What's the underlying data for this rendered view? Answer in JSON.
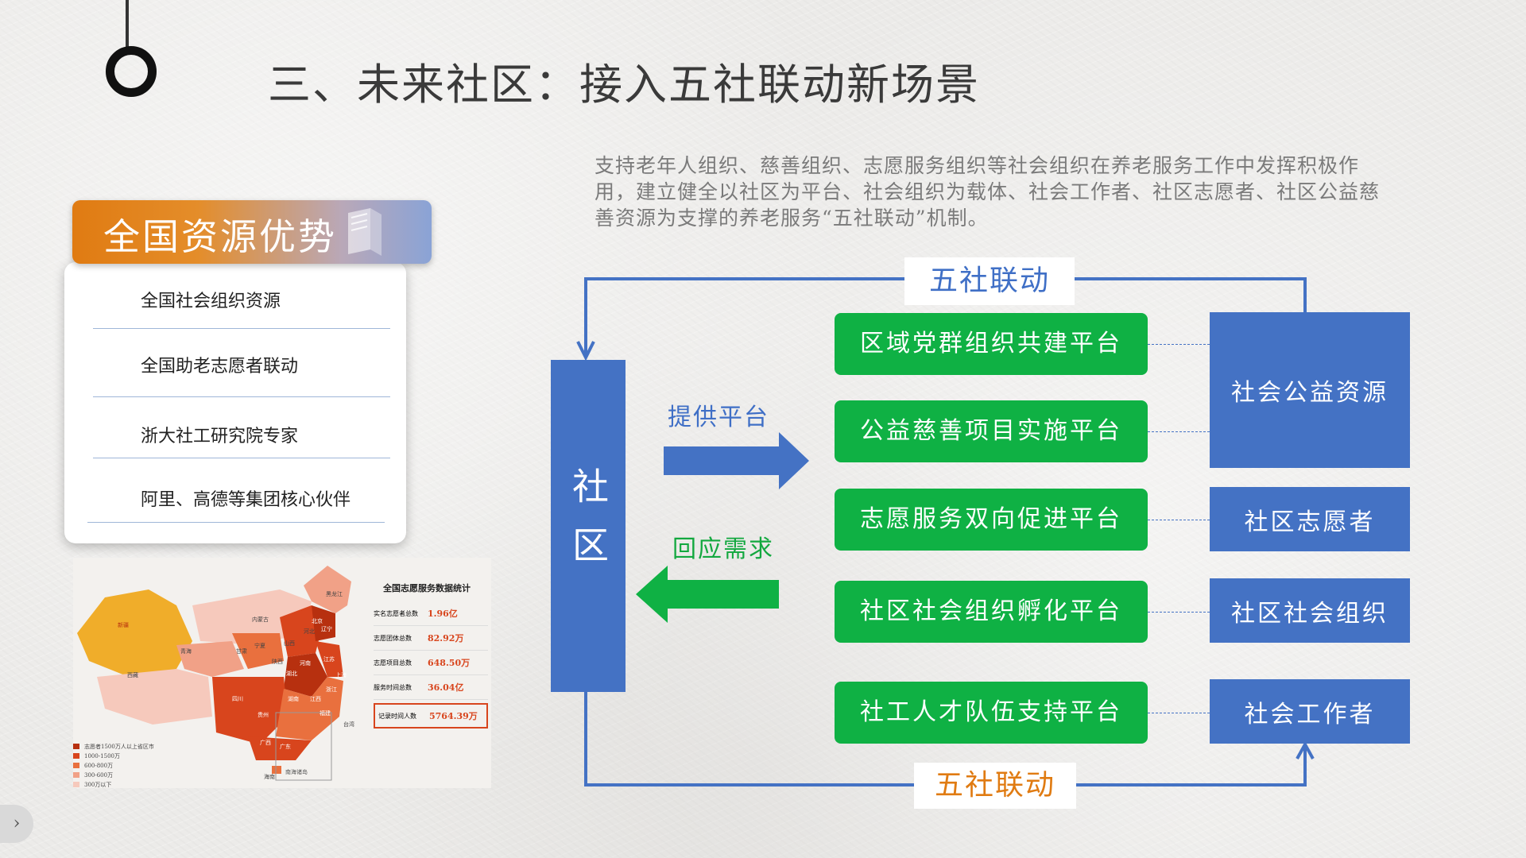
{
  "title": "三、未来社区：接入五社联动新场景",
  "description": "支持老年人组织、慈善组织、志愿服务组织等社会组织在养老服务工作中发挥积极作用，建立健全以社区为平台、社会组织为载体、社会工作者、社区志愿者、社区公益慈善资源为支撑的养老服务“五社联动”机制。",
  "sidebar": {
    "banner": "全国资源优势",
    "items": [
      "全国社会组织资源",
      "全国助老志愿者联动",
      "浙大社工研究院专家",
      "阿里、高德等集团核心伙伴"
    ]
  },
  "map": {
    "title": "全国志愿服务数据统计",
    "stats": [
      {
        "label": "实名志愿者总数",
        "value": "1.96亿"
      },
      {
        "label": "志愿团体总数",
        "value": "82.92万"
      },
      {
        "label": "志愿项目总数",
        "value": "648.50万"
      },
      {
        "label": "服务时间总数",
        "value": "36.04亿"
      },
      {
        "label": "记录时间人数",
        "value": "5764.39万"
      }
    ],
    "legend": [
      "志愿者1500万人以上省区市",
      "1000-1500万",
      "600-800万",
      "300-600万",
      "300万以下"
    ],
    "legend_colors": [
      "#b7300f",
      "#d8451d",
      "#e9703e",
      "#f1a187",
      "#f6c9bc"
    ],
    "provinces": [
      "新疆",
      "西藏",
      "青海",
      "甘肃",
      "内蒙古",
      "宁夏",
      "陕西",
      "山西",
      "河北",
      "北京",
      "辽宁",
      "黑龙江",
      "四川",
      "湖北",
      "河南",
      "江苏",
      "上海",
      "浙江",
      "湖南",
      "江西",
      "福建",
      "广东",
      "广西",
      "贵州",
      "台湾",
      "海南",
      "南海诸岛"
    ]
  },
  "diagram": {
    "community": "社区",
    "provide": "提供平台",
    "respond": "回应需求",
    "top_label": "五社联动",
    "bottom_label": "五社联动",
    "platforms": [
      "区域党群组织共建平台",
      "公益慈善项目实施平台",
      "志愿服务双向促进平台",
      "社区社会组织孵化平台",
      "社工人才队伍支持平台"
    ],
    "resources": [
      "社会公益资源",
      "社区志愿者",
      "社区社会组织",
      "社会工作者"
    ]
  },
  "colors": {
    "green": "#0fb144",
    "blue": "#4472c4",
    "orange": "#e07b12",
    "text_blue": "#3f6fc6",
    "text_green": "#13a83f",
    "text_orange": "#e07b12"
  },
  "icons": [
    "ring-icon",
    "book-icon",
    "next-arrow-icon"
  ]
}
